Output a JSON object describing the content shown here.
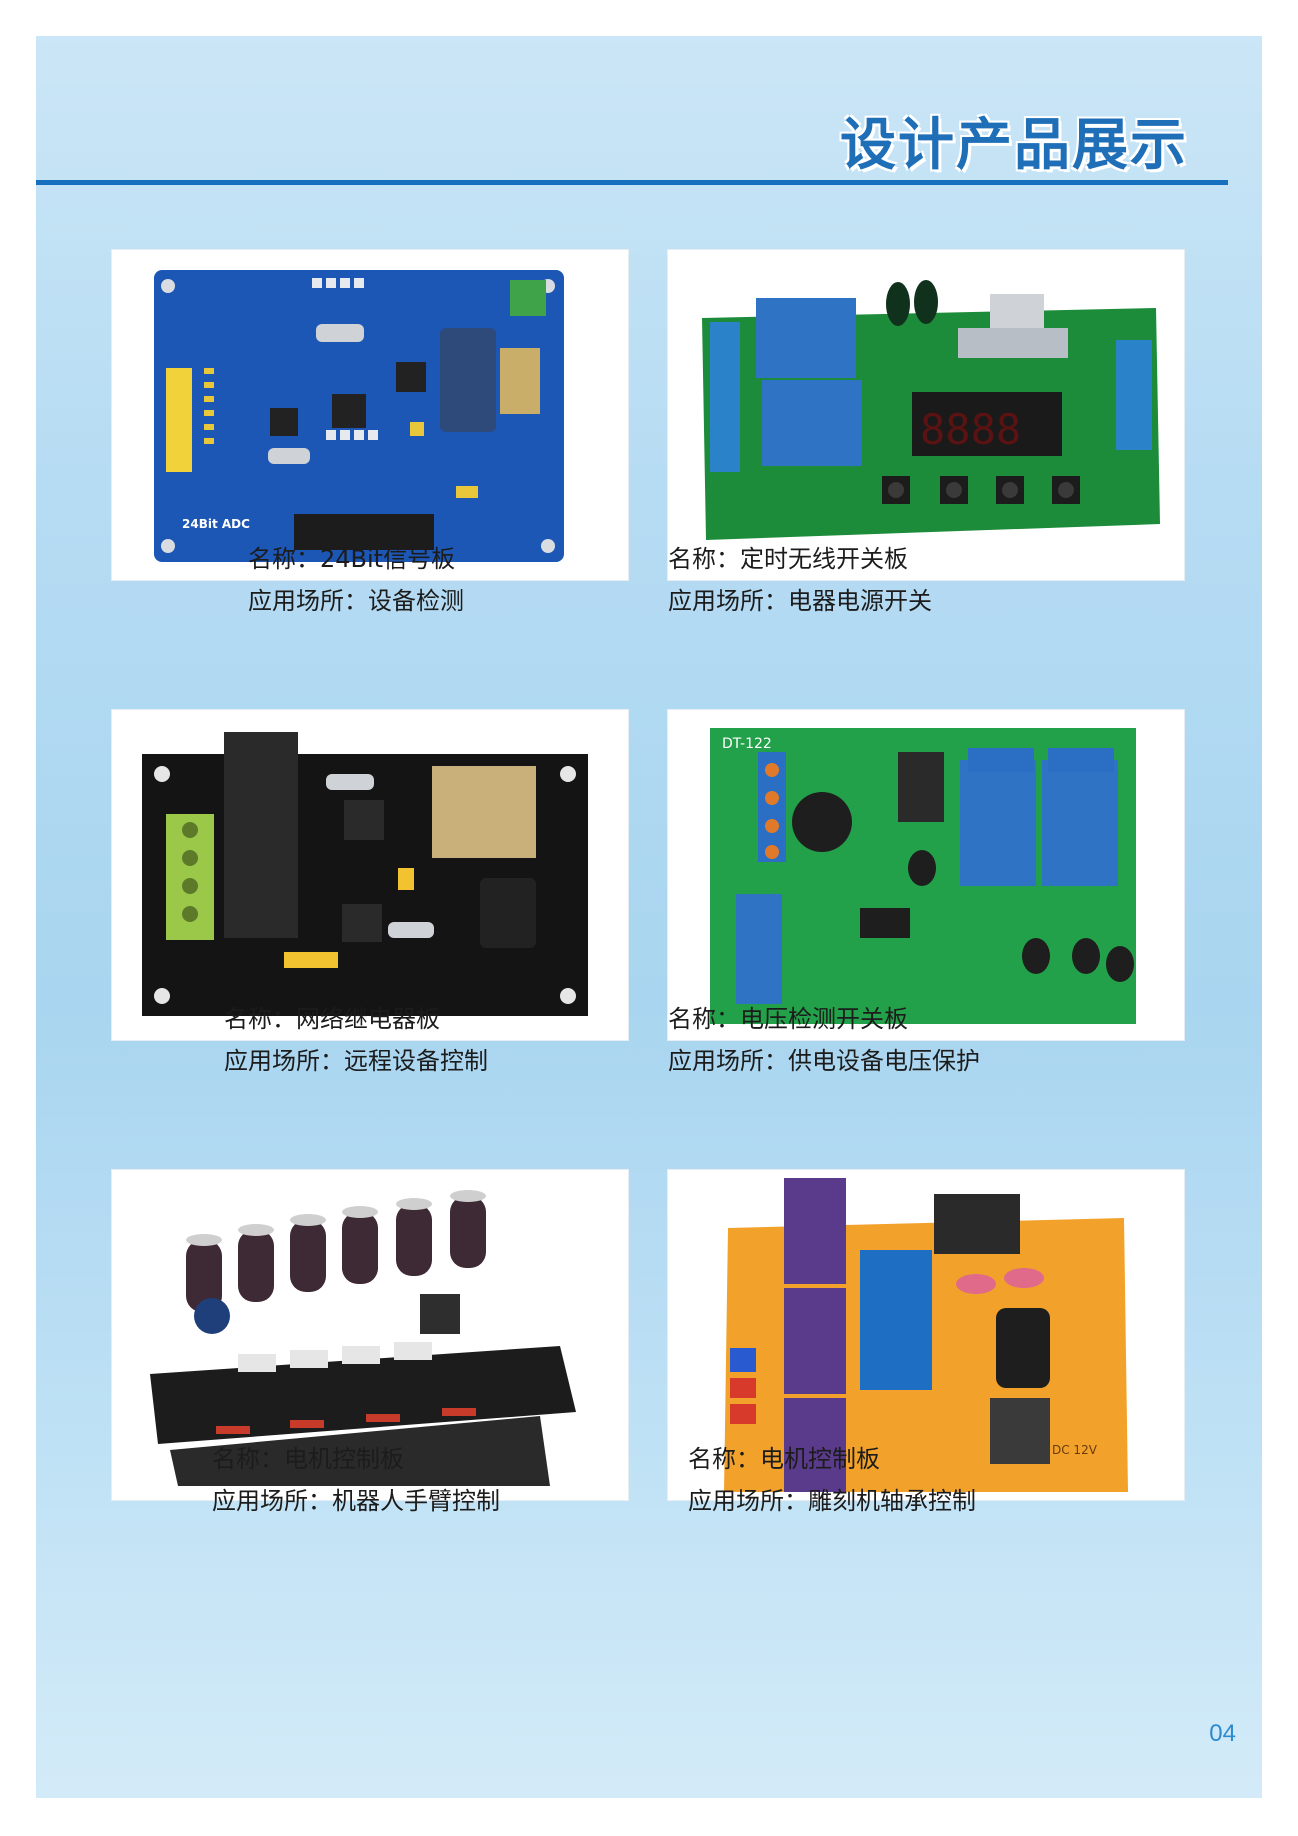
{
  "page": {
    "title": "设计产品展示",
    "page_number": "04"
  },
  "products": [
    {
      "name_line": "名称：24Bit信号板",
      "use_line": "应用场所：设备检测",
      "board_label": "24Bit ADC"
    },
    {
      "name_line": "名称：定时无线开关板",
      "use_line": "应用场所：电器电源开关",
      "display_digits": "8888"
    },
    {
      "name_line": "名称：网络继电器板",
      "use_line": "应用场所：远程设备控制"
    },
    {
      "name_line": "名称：电压检测开关板",
      "use_line": "应用场所：供电设备电压保护",
      "board_label": "DT-122"
    },
    {
      "name_line": "名称：电机控制板",
      "use_line": "应用场所：机器人手臂控制"
    },
    {
      "name_line": "名称：电机控制板",
      "use_line": "应用场所：雕刻机轴承控制",
      "board_label": "DC 12V"
    }
  ],
  "colors": {
    "accent": "#1670be",
    "title": "#1f6fb8",
    "page_number": "#2a8bd0"
  }
}
